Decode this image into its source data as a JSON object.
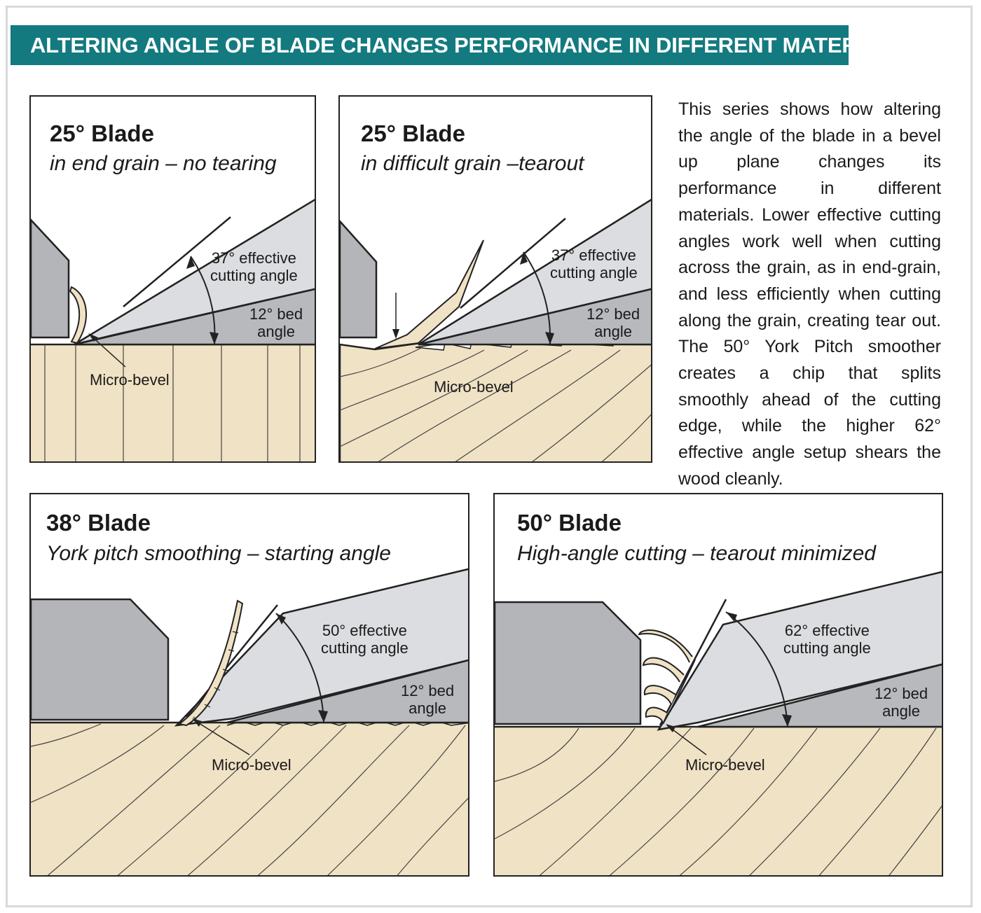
{
  "header": {
    "title": "ALTERING ANGLE OF BLADE CHANGES PERFORMANCE IN DIFFERENT MATERIALS"
  },
  "description": "This series shows how altering the angle of the blade in a bevel up plane changes its performance in different materials. Lower effective cutting angles work well when cutting across the grain, as in end-grain, and less efficiently when cutting along the grain, creating tear out. The 50° York Pitch smoother creates a chip that splits smoothly ahead of the cutting edge, while the higher 62° effective angle setup shears the wood cleanly.",
  "panels": [
    {
      "title": "25° Blade",
      "subtitle": "in end grain – no tearing",
      "effective_label": "37° effective\ncutting angle",
      "bed_label": "12° bed\nangle",
      "micro_label": "Micro-bevel"
    },
    {
      "title": "25° Blade",
      "subtitle": "in difficult grain –tearout",
      "effective_label": "37° effective\ncutting angle",
      "bed_label": "12° bed\nangle",
      "micro_label": "Micro-bevel"
    },
    {
      "title": "38° Blade",
      "subtitle": "York pitch smoothing – starting angle",
      "effective_label": "50° effective\ncutting angle",
      "bed_label": "12° bed\nangle",
      "micro_label": "Micro-bevel"
    },
    {
      "title": "50° Blade",
      "subtitle": "High-angle cutting – tearout minimized",
      "effective_label": "62° effective\ncutting angle",
      "bed_label": "12° bed\nangle",
      "micro_label": "Micro-bevel"
    }
  ],
  "colors": {
    "banner": "#137a80",
    "wood": "#f0e2c5",
    "blade": "#dcdde0",
    "bed": "#b8b9bd",
    "sole": "#b4b5b9",
    "outline": "#222222"
  }
}
